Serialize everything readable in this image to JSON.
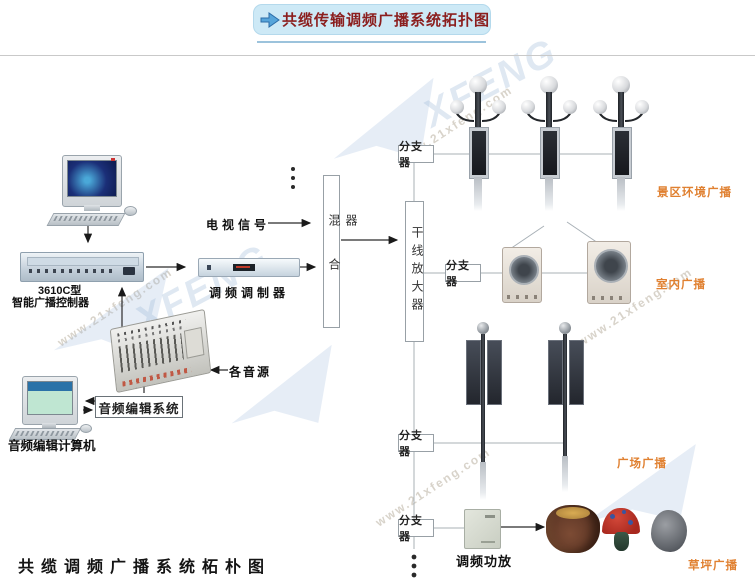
{
  "page": {
    "top_title": "共缆传输调频广播系统拓扑图",
    "bottom_title": "共缆调频广播系统柘朴图"
  },
  "watermark": {
    "url_text": "www.21xfeng.com",
    "logo_text": "XFENG"
  },
  "nodes": {
    "controller_model": "3610C型",
    "controller_name": "智能广播控制器",
    "tv_signal": "电视信号",
    "modulator": "调频调制器",
    "mixer": "混合器",
    "trunk_amplifier": "干线放大器",
    "splitter": "分支器",
    "audio_sources": "各音源",
    "audio_edit_system": "音频编辑系统",
    "audio_edit_computer": "音频编辑计算机",
    "fm_amplifier": "调频功放"
  },
  "zones": {
    "scenic": "景区环境广播",
    "indoor": "室内广播",
    "plaza": "广场广播",
    "lawn": "草坪广播"
  },
  "colors": {
    "title_bg": "#cde9f6",
    "title_text": "#8b1e1e",
    "zone_label": "#e08030",
    "plain_line": "#a8b0b6",
    "arrow": "#222222"
  }
}
